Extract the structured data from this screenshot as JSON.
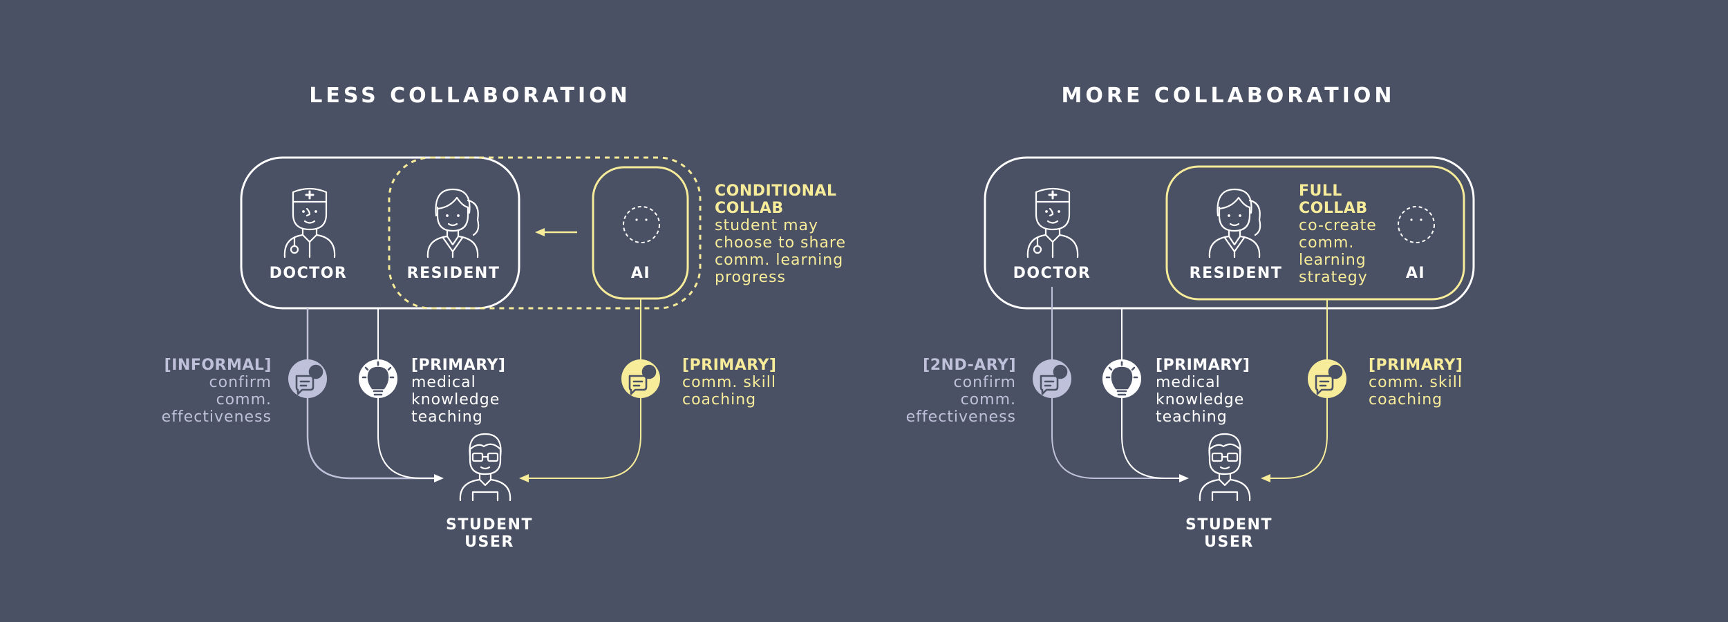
{
  "left": {
    "title": "LESS COLLABORATION",
    "doctor": "DOCTOR",
    "resident": "RESIDENT",
    "ai": "AI",
    "student": [
      "STUDENT",
      "USER"
    ],
    "collab": {
      "header": [
        "CONDITIONAL",
        "COLLAB"
      ],
      "body": [
        "student may",
        "choose to share",
        "comm. learning",
        "progress"
      ]
    },
    "link_informal": {
      "header": "[INFORMAL]",
      "body": [
        "confirm",
        "comm.",
        "effectiveness"
      ]
    },
    "link_primary_med": {
      "header": "[PRIMARY]",
      "body": [
        "medical",
        "knowledge",
        "teaching"
      ]
    },
    "link_primary_ai": {
      "header": "[PRIMARY]",
      "body": [
        "comm. skill",
        "coaching"
      ]
    }
  },
  "right": {
    "title": "MORE COLLABORATION",
    "doctor": "DOCTOR",
    "resident": "RESIDENT",
    "ai": "AI",
    "student": [
      "STUDENT",
      "USER"
    ],
    "collab": {
      "header": [
        "FULL",
        "COLLAB"
      ],
      "body": [
        "co-create",
        "comm.",
        "learning",
        "strategy"
      ]
    },
    "link_secondary": {
      "header": "[2ND-ARY]",
      "body": [
        "confirm",
        "comm.",
        "effectiveness"
      ]
    },
    "link_primary_med": {
      "header": "[PRIMARY]",
      "body": [
        "medical",
        "knowledge",
        "teaching"
      ]
    },
    "link_primary_ai": {
      "header": "[PRIMARY]",
      "body": [
        "comm. skill",
        "coaching"
      ]
    }
  },
  "colors": {
    "background": "#4b5164",
    "white": "#ffffff",
    "yellow": "#f7ec9a",
    "lavender": "#bfc1da"
  },
  "icons": [
    "doctor-icon",
    "resident-icon",
    "ai-icon",
    "student-icon",
    "chat-bubble-icon",
    "lightbulb-icon"
  ]
}
